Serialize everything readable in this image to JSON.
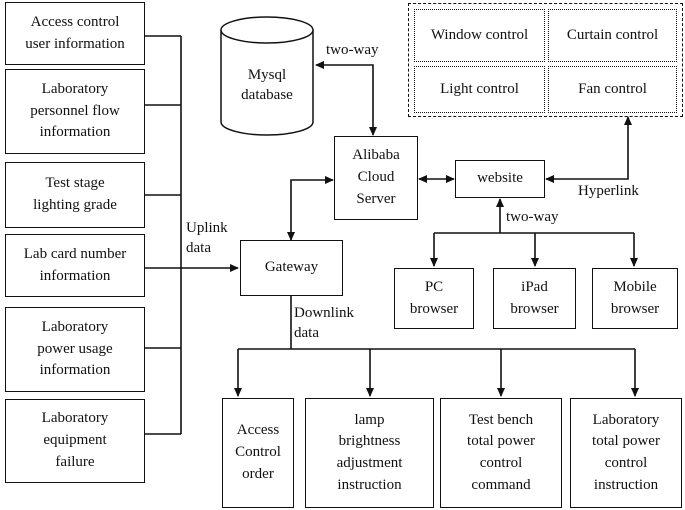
{
  "left_sources": [
    "Access control\nuser information",
    "Laboratory\npersonnel flow\ninformation",
    "Test stage\nlighting grade",
    "Lab card number\ninformation",
    "Laboratory\npower usage\ninformation",
    "Laboratory\nequipment\nfailure"
  ],
  "database": "Mysql\ndatabase",
  "server": "Alibaba\nCloud\nServer",
  "website": "website",
  "gateway": "Gateway",
  "controls": [
    "Window control",
    "Curtain control",
    "Light control",
    "Fan control"
  ],
  "browsers": [
    "PC\nbrowser",
    "iPad\nbrowser",
    "Mobile\nbrowser"
  ],
  "outputs": [
    "Access\nControl\norder",
    "lamp\nbrightness\nadjustment\ninstruction",
    "Test bench\ntotal power\ncontrol\ncommand",
    "Laboratory\ntotal power\ncontrol\ninstruction"
  ],
  "edge_labels": {
    "db_link": "two-way",
    "uplink": "Uplink\ndata",
    "downlink": "Downlink\ndata",
    "hyperlink": "Hyperlink",
    "browser_link": "two-way"
  }
}
